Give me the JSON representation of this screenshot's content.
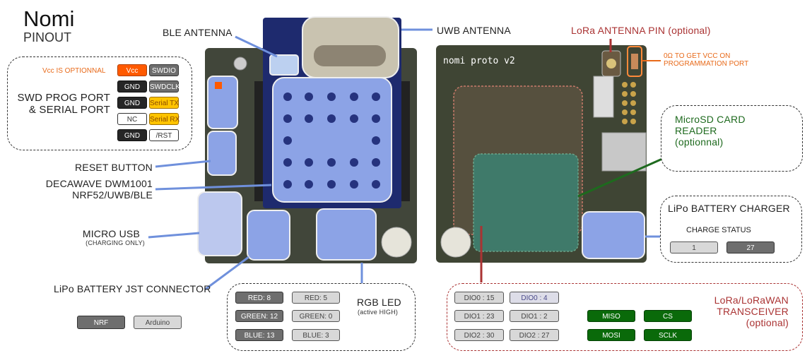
{
  "title": "Nomi",
  "subtitle": "PINOUT",
  "labels": {
    "ble_antenna": "BLE ANTENNA",
    "uwb_antenna": "UWB ANTENNA",
    "lora_antenna": "LoRa ANTENNA PIN (optional)",
    "vcc_note_1": "0Ω TO GET VCC ON",
    "vcc_note_2": "PROGRAMMATION PORT",
    "board_name": "nomi proto v2",
    "swd_1": "SWD PROG PORT",
    "swd_2": "& SERIAL PORT",
    "vcc_optional": "Vcc IS OPTIONNAL",
    "reset": "RESET BUTTON",
    "dwm_1": "DECAWAVE DWM1001",
    "dwm_2": "NRF52/UWB/BLE",
    "usb_1": "MICRO USB",
    "usb_2": "(CHARGING ONLY)",
    "lipo_jst": "LiPo BATTERY JST CONNECTOR",
    "rgb_1": "RGB LED",
    "rgb_2": "(active HIGH)",
    "sd_1": "MicroSD CARD",
    "sd_2": "READER",
    "sd_3": "(optionnal)",
    "charger": "LiPo BATTERY CHARGER",
    "charge_status": "CHARGE STATUS",
    "lora_1": "LoRa/LoRaWAN",
    "lora_2": "TRANSCEIVER",
    "lora_3": "(optional)"
  },
  "swd_pins": [
    {
      "left": "Vcc",
      "right": "SWDIO"
    },
    {
      "left": "GND",
      "right": "SWDCLK"
    },
    {
      "left": "GND",
      "right": "Serial TX"
    },
    {
      "left": "NC",
      "right": "Serial RX"
    },
    {
      "left": "GND",
      "right": "/RST"
    }
  ],
  "legend": {
    "nrf": "NRF",
    "arduino": "Arduino"
  },
  "rgb_pins": {
    "nrf": [
      "RED: 8",
      "GREEN: 12",
      "BLUE: 13"
    ],
    "arduino": [
      "RED: 5",
      "GREEN: 0",
      "BLUE: 3"
    ]
  },
  "charge_pins": {
    "nrf": "1",
    "arduino": "27"
  },
  "lora_pins": {
    "nrf": [
      "DIO0 : 15",
      "DIO1 : 23",
      "DIO2 : 30"
    ],
    "arduino": [
      "DIO0 : 4",
      "DIO1 : 2",
      "DIO2 : 27"
    ],
    "spi": [
      "MISO",
      "CS",
      "MOSI",
      "SCLK"
    ]
  },
  "colors": {
    "accent_blue": "#6f90dc",
    "lora_red": "#a33",
    "sd_green": "#1e6a1e",
    "vcc_orange": "#e86a1a"
  }
}
